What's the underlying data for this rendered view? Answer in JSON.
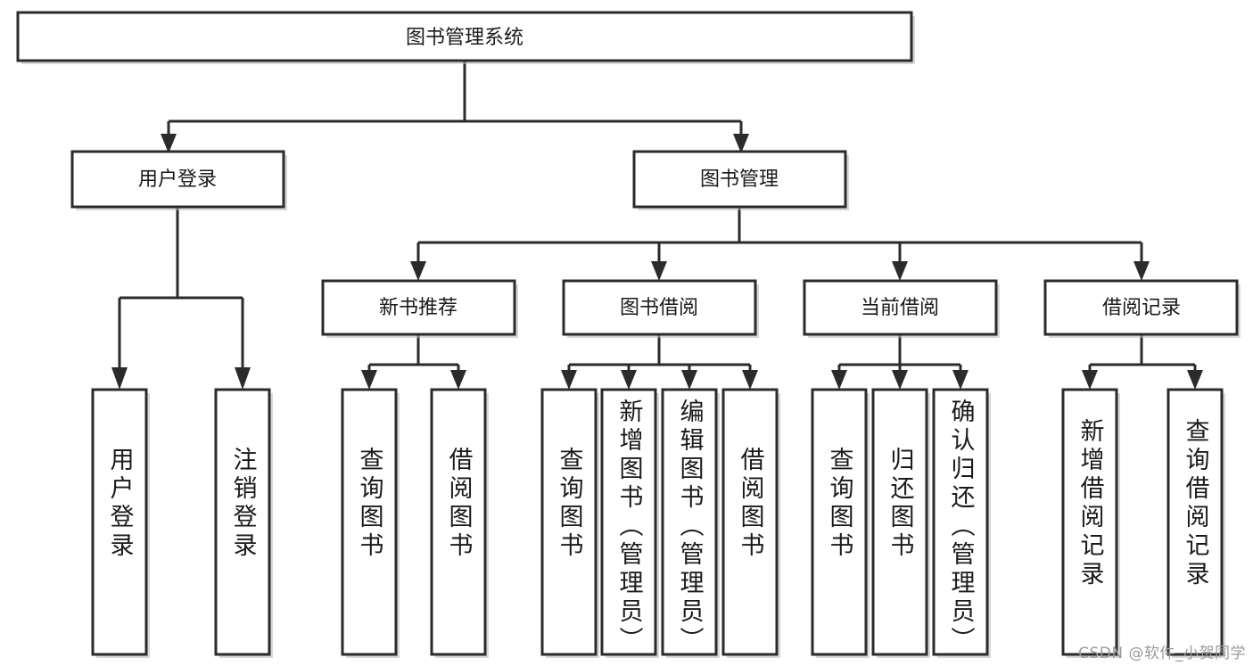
{
  "diagram": {
    "type": "tree-hierarchy-flowchart",
    "root": {
      "id": "root",
      "label": "图书管理系统"
    },
    "level1": [
      {
        "id": "user-login",
        "label": "用户登录"
      },
      {
        "id": "book-management",
        "label": "图书管理"
      }
    ],
    "level2": [
      {
        "id": "new-book-recommend",
        "label": "新书推荐",
        "parent": "book-management"
      },
      {
        "id": "book-borrow",
        "label": "图书借阅",
        "parent": "book-management"
      },
      {
        "id": "current-borrow",
        "label": "当前借阅",
        "parent": "book-management"
      },
      {
        "id": "borrow-record",
        "label": "借阅记录",
        "parent": "book-management"
      }
    ],
    "leaves": [
      {
        "id": "leaf-user-login",
        "label": "用户登录",
        "parent": "user-login"
      },
      {
        "id": "leaf-logout-login",
        "label": "注销登录",
        "parent": "user-login"
      },
      {
        "id": "leaf-query-book-1",
        "label": "查询图书",
        "parent": "new-book-recommend"
      },
      {
        "id": "leaf-borrow-book-1",
        "label": "借阅图书",
        "parent": "new-book-recommend"
      },
      {
        "id": "leaf-query-book-2",
        "label": "查询图书",
        "parent": "book-borrow"
      },
      {
        "id": "leaf-add-book",
        "label": "新增图书（管理员）",
        "parent": "book-borrow"
      },
      {
        "id": "leaf-edit-book",
        "label": "编辑图书（管理员）",
        "parent": "book-borrow"
      },
      {
        "id": "leaf-borrow-book-2",
        "label": "借阅图书",
        "parent": "book-borrow"
      },
      {
        "id": "leaf-query-book-3",
        "label": "查询图书",
        "parent": "current-borrow"
      },
      {
        "id": "leaf-return-book",
        "label": "归还图书",
        "parent": "current-borrow"
      },
      {
        "id": "leaf-confirm-return",
        "label": "确认归还（管理员）",
        "parent": "current-borrow"
      },
      {
        "id": "leaf-add-record",
        "label": "新增借阅记录",
        "parent": "borrow-record"
      },
      {
        "id": "leaf-query-record",
        "label": "查询借阅记录",
        "parent": "borrow-record"
      }
    ]
  },
  "watermark": {
    "text": "CSDN @软件_小贺同学"
  },
  "colors": {
    "stroke": "#2b2b2b",
    "fill": "#ffffff",
    "text": "#1a1a1a",
    "watermark": "#9a9a9a",
    "background": "#ffffff"
  }
}
